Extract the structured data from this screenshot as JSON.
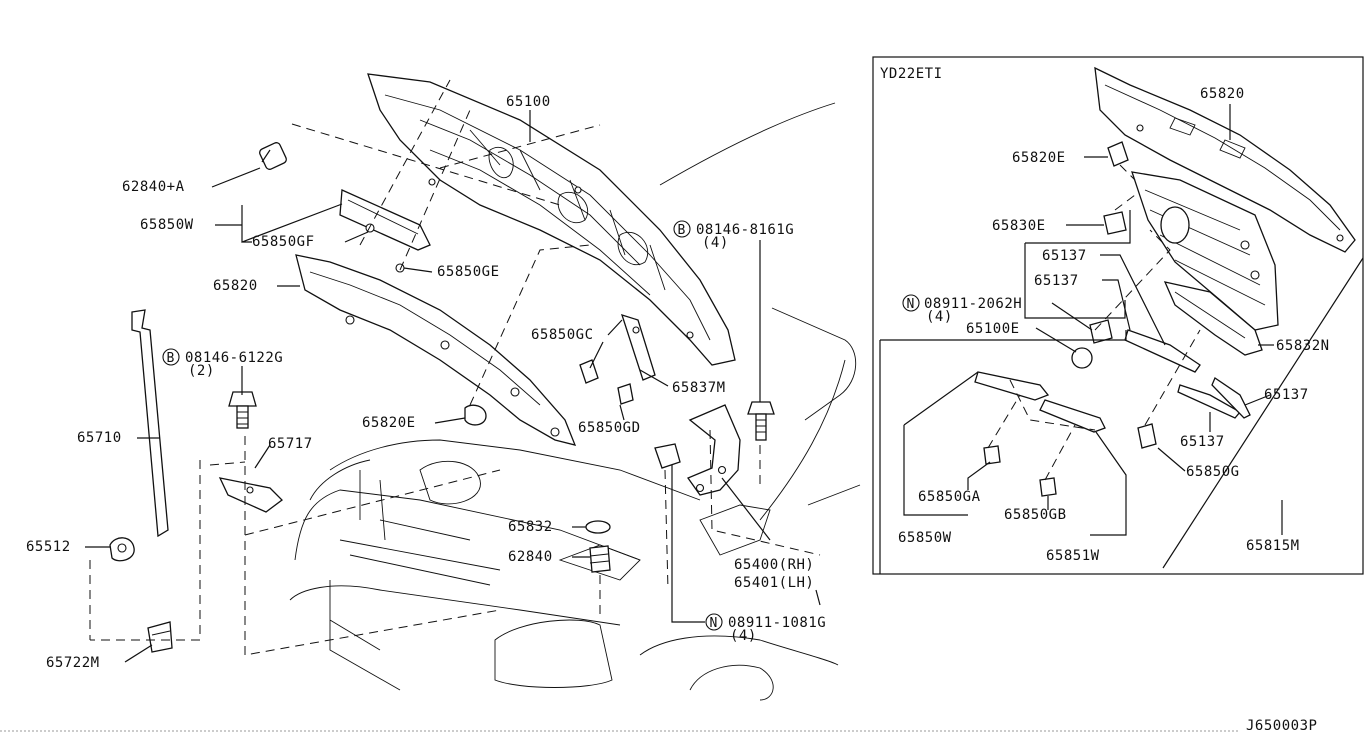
{
  "diagram_code": "J650003P",
  "inset": {
    "title": "YD22ETI"
  },
  "main_labels": {
    "p65100": "65100",
    "p62840a": "62840+A",
    "p65850w": "65850W",
    "p65850gf": "65850GF",
    "p65850ge": "65850GE",
    "p65820": "65820",
    "p65850gc": "65850GC",
    "p65837m": "65837M",
    "p65850gd": "65850GD",
    "p65820e": "65820E",
    "b08146_8161g": "08146-8161G",
    "b08146_8161g_qty": "(4)",
    "b08146_6122g": "08146-6122G",
    "b08146_6122g_qty": "(2)",
    "p65710": "65710",
    "p65717": "65717",
    "p65512": "65512",
    "p65722m": "65722M",
    "p65832": "65832",
    "p62840": "62840",
    "p65400": "65400(RH)",
    "p65401": "65401(LH)",
    "n08911_1081g": "08911-1081G",
    "n08911_1081g_qty": "(4)"
  },
  "inset_labels": {
    "p65820": "65820",
    "p65820e": "65820E",
    "p65830e": "65830E",
    "p65137a": "65137",
    "p65137b": "65137",
    "n08911_2062h": "08911-2062H",
    "n08911_2062h_qty": "(4)",
    "p65100e": "65100E",
    "p65832n": "65832N",
    "p65137c": "65137",
    "p65137d": "65137",
    "p65850g": "65850G",
    "p65850ga": "65850GA",
    "p65850gb": "65850GB",
    "p65850w": "65850W",
    "p65851w": "65851W",
    "p65815m": "65815M"
  },
  "symbols": {
    "bolt": "B",
    "nut": "N"
  }
}
